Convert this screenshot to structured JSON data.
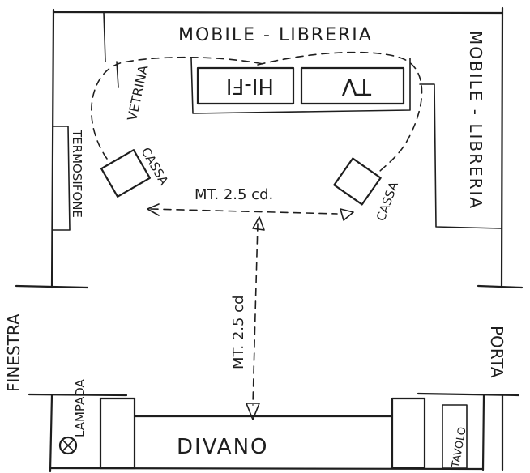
{
  "labels": {
    "top_furniture": "MOBILE - LIBRERIA",
    "right_furniture": "MOBILE - LIBRERIA",
    "vetrina": "VETRINA",
    "hifi": "HI-FI",
    "tv": "TV",
    "termosifone": "TERMOSIFONE",
    "cassa_left": "CASSA",
    "cassa_right": "CASSA",
    "distance_horizontal": "MT. 2.5 cd.",
    "distance_vertical": "MT. 2.5 cd",
    "finestra": "FINESTRA",
    "lampada": "LAMPADA",
    "porta": "PORTA",
    "divano": "DIVANO",
    "tavolo": "TAVOLO"
  }
}
